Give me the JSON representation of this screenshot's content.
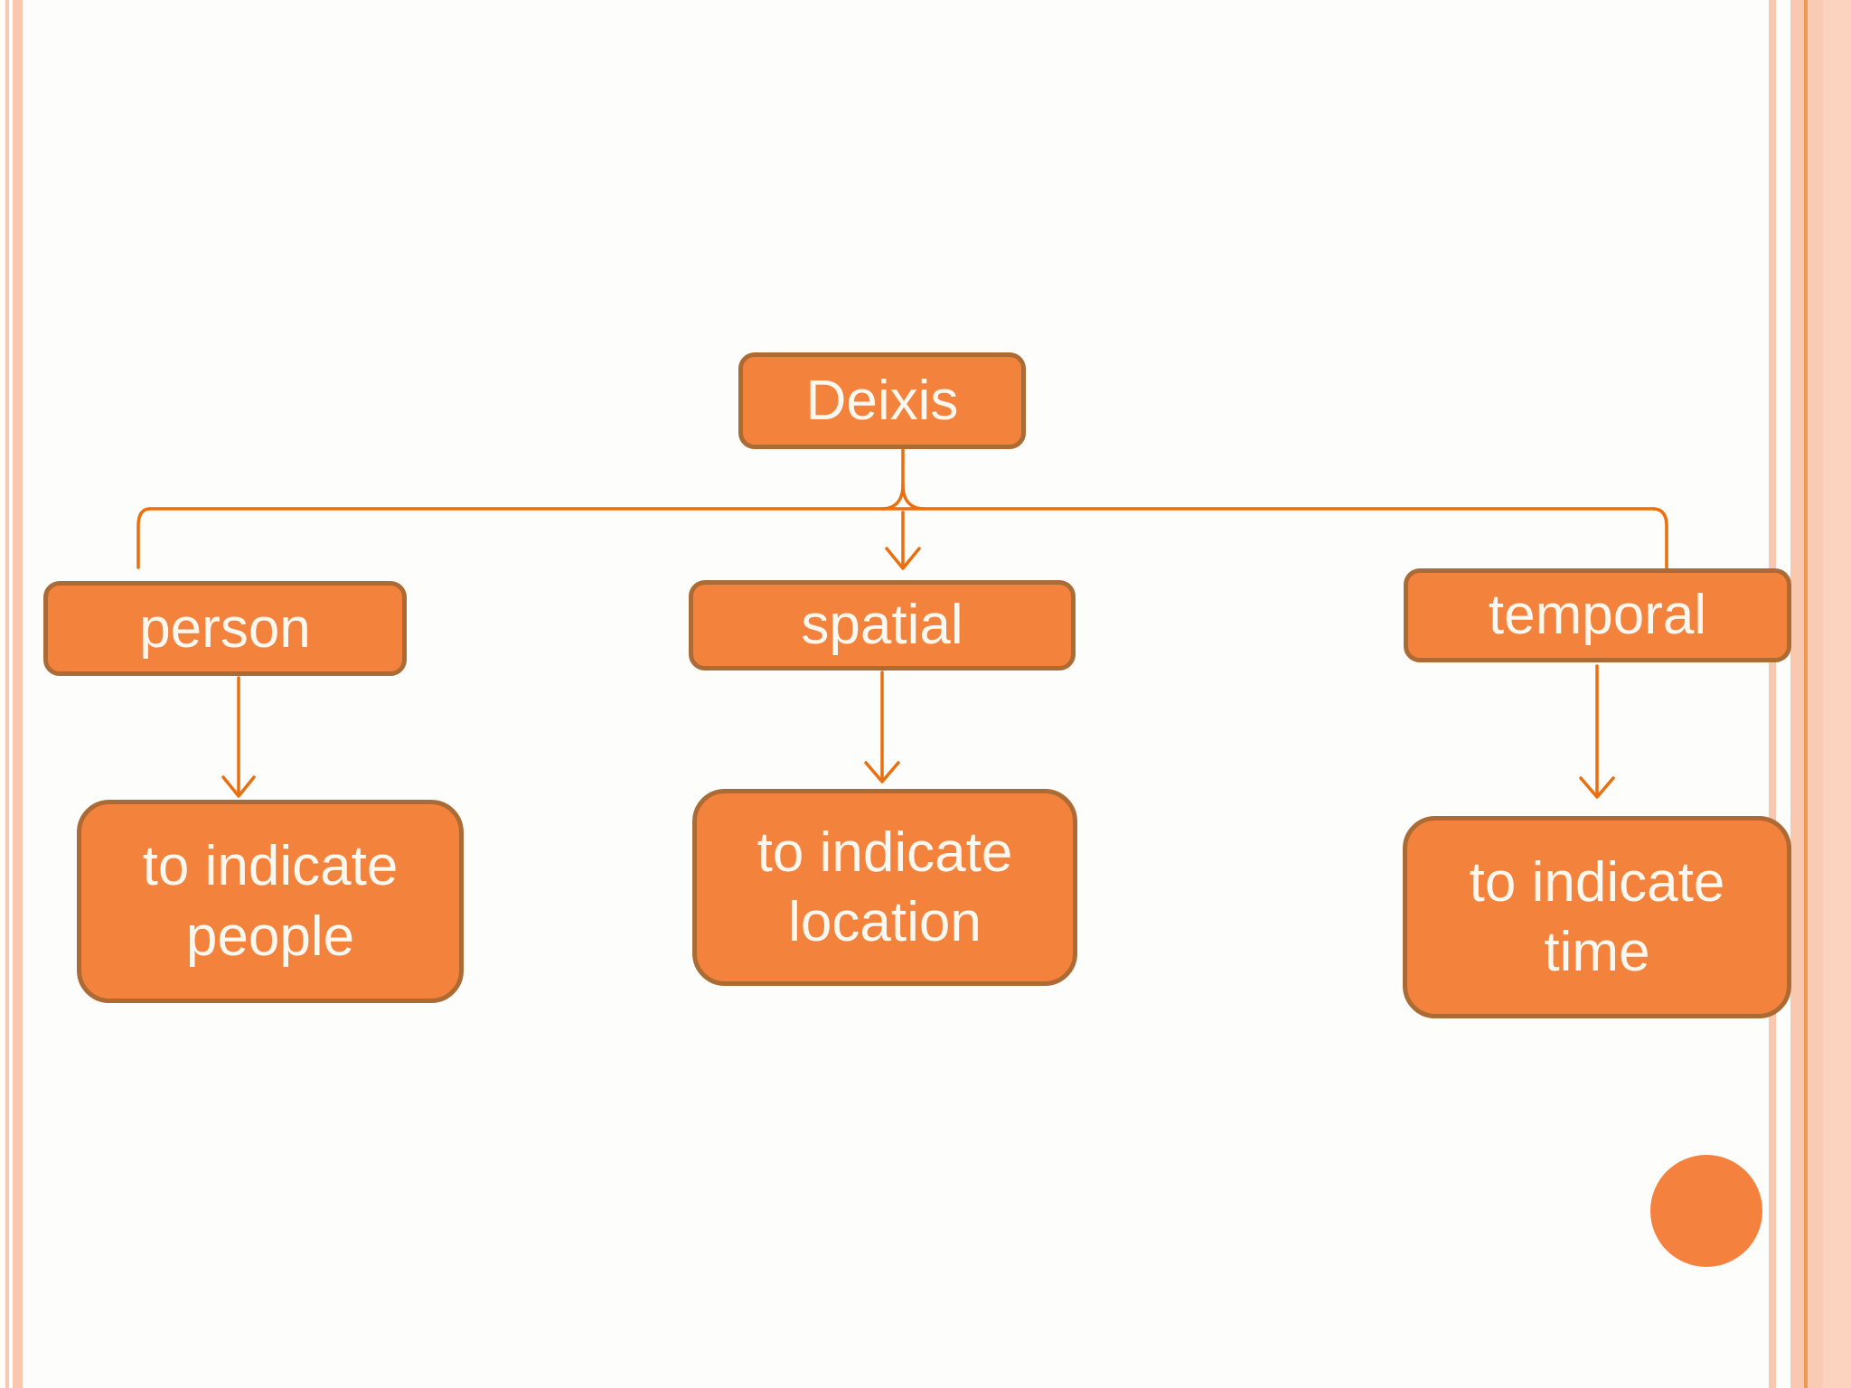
{
  "theme": {
    "background": "#FDFDFB",
    "accent_fill": "#F2823C",
    "accent_border": "#AC6B35",
    "node_text_color": "#FCF8EF",
    "connector_color": "#EA6F10",
    "stripe_color": "#F9C8B1",
    "stripe_accent_line": "#F0984F",
    "stripe_field_color": "#FACBB4",
    "stripe_field_light": "#FBD3BF",
    "circle_color": "#F5813F"
  },
  "diagram": {
    "root": {
      "label": "Deixis"
    },
    "branches": [
      {
        "label": "person",
        "description": "to indicate people"
      },
      {
        "label": "spatial",
        "description": "to indicate location"
      },
      {
        "label": "temporal",
        "description": "to indicate time"
      }
    ]
  }
}
